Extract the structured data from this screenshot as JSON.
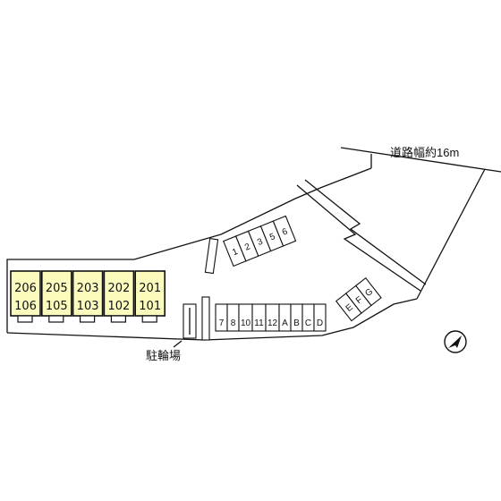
{
  "road_width_label": "道路幅約16m",
  "bike_parking_label": "駐輪場",
  "units": [
    {
      "upper": "206",
      "lower": "106"
    },
    {
      "upper": "205",
      "lower": "105"
    },
    {
      "upper": "203",
      "lower": "103"
    },
    {
      "upper": "202",
      "lower": "102"
    },
    {
      "upper": "201",
      "lower": "101"
    }
  ],
  "parking_upper": [
    "1",
    "2",
    "3",
    "5",
    "6"
  ],
  "parking_lower": [
    "7",
    "8",
    "10",
    "11",
    "12",
    "A",
    "B",
    "C",
    "D"
  ],
  "parking_angled": [
    "E",
    "F",
    "G"
  ],
  "compass_icon": "north-arrow-icon",
  "colors": {
    "unit_fill": "#fbfbbe",
    "line": "#111111"
  }
}
